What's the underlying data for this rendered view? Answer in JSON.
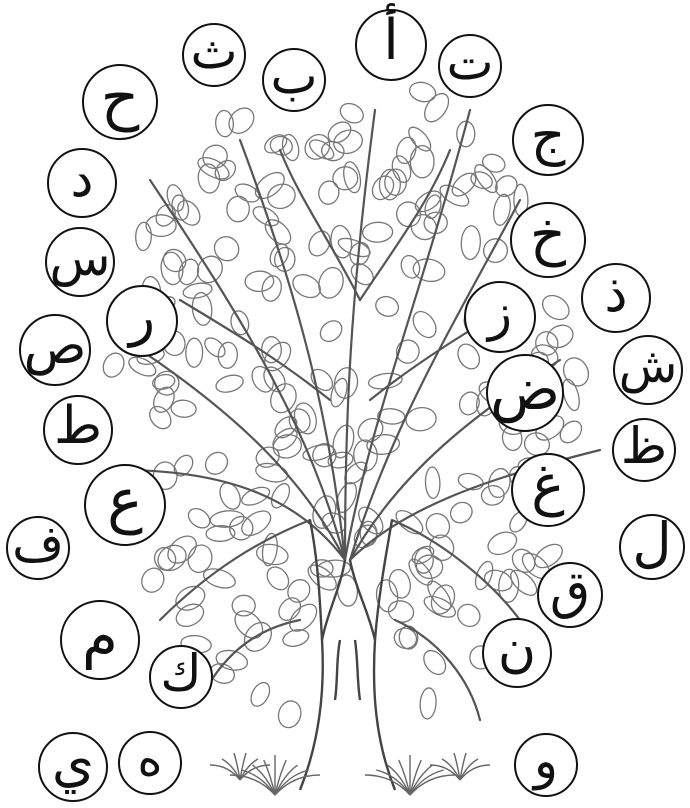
{
  "colors": {
    "ink": "#111111",
    "tree_line": "#555555",
    "leaf_line": "#777777",
    "background": "#ffffff"
  },
  "letters": [
    "أ",
    "ب",
    "ت",
    "ث",
    "ج",
    "ح",
    "خ",
    "د",
    "ذ",
    "ر",
    "ز",
    "س",
    "ش",
    "ص",
    "ض",
    "ط",
    "ظ",
    "ع",
    "غ",
    "ف",
    "ق",
    "ك",
    "ل",
    "م",
    "ن",
    "ه",
    "و",
    "ي"
  ]
}
